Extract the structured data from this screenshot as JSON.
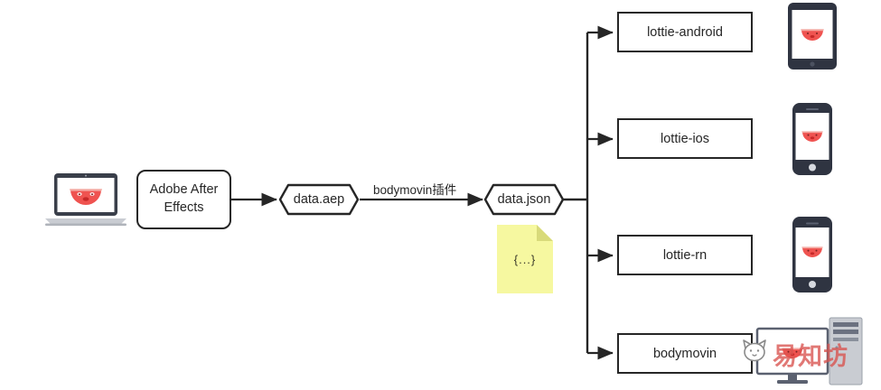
{
  "diagram": {
    "title": "Lottie / bodymovin workflow",
    "colors": {
      "stroke": "#262626",
      "background": "#ffffff",
      "note_fill": "#f6f8a0",
      "note_fold": "#d8da7a",
      "device_body": "#2f3441",
      "watermelon_flesh": "#ef5350",
      "watermelon_rind": "#f3a9a2",
      "watermark": "#d9534f"
    },
    "nodes": {
      "laptop": {
        "name": "macbook-laptop",
        "screen_content": "watermelon-character"
      },
      "after_effects": {
        "label": "Adobe After\nEffects",
        "label_line1": "Adobe After",
        "label_line2": "Effects",
        "shape": "rounded-rectangle"
      },
      "data_aep": {
        "label": "data.aep",
        "shape": "hexagon"
      },
      "data_json": {
        "label": "data.json",
        "shape": "hexagon"
      },
      "json_note": {
        "label": "{...}",
        "shape": "note"
      }
    },
    "edges": [
      {
        "from": "laptop",
        "to": "after_effects",
        "label": ""
      },
      {
        "from": "after_effects",
        "to": "data_aep",
        "label": ""
      },
      {
        "from": "data_aep",
        "to": "data_json",
        "label": "bodymovin插件"
      }
    ],
    "outputs": [
      {
        "label": "lottie-android",
        "device": "android-tablet"
      },
      {
        "label": "lottie-ios",
        "device": "iphone"
      },
      {
        "label": "lottie-rn",
        "device": "iphone"
      },
      {
        "label": "bodymovin",
        "device": "desktop-computer"
      }
    ],
    "watermark": {
      "text": "易知坊",
      "logo": "cat-face-logo"
    }
  }
}
